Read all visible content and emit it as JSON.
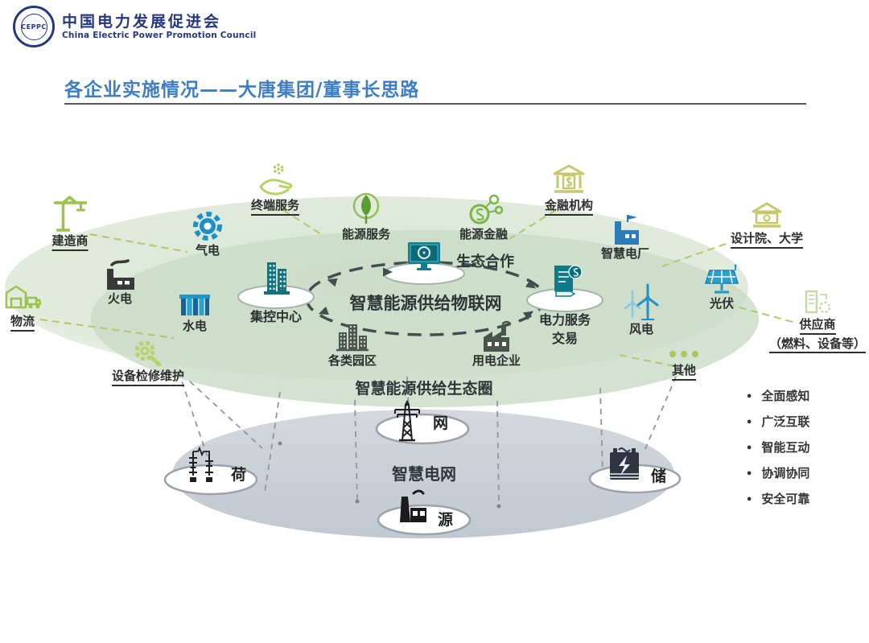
{
  "header": {
    "badge_text": "CEPPC",
    "org_cn": "中国电力发展促进会",
    "org_en": "China Electric Power Promotion Council",
    "title": "各企业实施情况——大唐集团/董事长思路"
  },
  "diagram": {
    "iot_label": "智慧能源供给物联网",
    "ecosystem_label": "智慧能源供给生态圈",
    "grid_label": "智慧电网",
    "eco_partner_label": "生态合作",
    "outer_nodes": [
      {
        "label": "建造商",
        "icon": "crane-icon"
      },
      {
        "label": "物流",
        "icon": "warehouse-truck-icon"
      },
      {
        "label": "设备检修维护",
        "icon": "gear-wrench-icon"
      },
      {
        "label": "终端服务",
        "icon": "hand-gear-icon"
      },
      {
        "label": "金融机构",
        "icon": "bank-icon"
      },
      {
        "label": "设计院、大学",
        "icon": "university-icon"
      },
      {
        "label": "供应商",
        "sub": "（燃料、设备等）",
        "icon": "supplier-icon"
      },
      {
        "label": "其他",
        "icon": "ellipsis-icon"
      }
    ],
    "ring_nodes": [
      {
        "label": "气电",
        "icon": "gear-icon"
      },
      {
        "label": "火电",
        "icon": "thermal-plant-icon"
      },
      {
        "label": "水电",
        "icon": "hydro-dam-icon"
      },
      {
        "label": "智慧电厂",
        "icon": "smart-plant-icon"
      },
      {
        "label": "光伏",
        "icon": "solar-panel-icon"
      },
      {
        "label": "风电",
        "icon": "wind-turbine-icon"
      }
    ],
    "inner_nodes": [
      {
        "label": "集控中心",
        "icon": "control-center-icon"
      },
      {
        "label": "电力服务",
        "label2": "交易",
        "icon": "trade-doc-icon"
      },
      {
        "label": "能源服务",
        "icon": "leaf-icon"
      },
      {
        "label": "能源金融",
        "icon": "coins-icon"
      },
      {
        "label": "各类园区",
        "icon": "campus-icon"
      },
      {
        "label": "用电企业",
        "icon": "consumer-factory-icon"
      }
    ],
    "grid_nodes": [
      {
        "label": "网",
        "icon": "transmission-tower-icon"
      },
      {
        "label": "荷",
        "icon": "load-circuit-icon"
      },
      {
        "label": "源",
        "icon": "source-factory-icon"
      },
      {
        "label": "储",
        "icon": "battery-icon"
      }
    ],
    "features": [
      "全面感知",
      "广泛互联",
      "智能互动",
      "协调协同",
      "安全可靠"
    ],
    "colors": {
      "title_blue": "#3d7ec5",
      "eco_green_light": "#dfeadb",
      "eco_green": "#c9dbc7",
      "grid_gray": "#c8cdd6",
      "teal": "#17707f",
      "blue": "#2492c7",
      "green": "#9cc24c",
      "olive": "#c7c76b",
      "dark": "#30393a"
    }
  }
}
